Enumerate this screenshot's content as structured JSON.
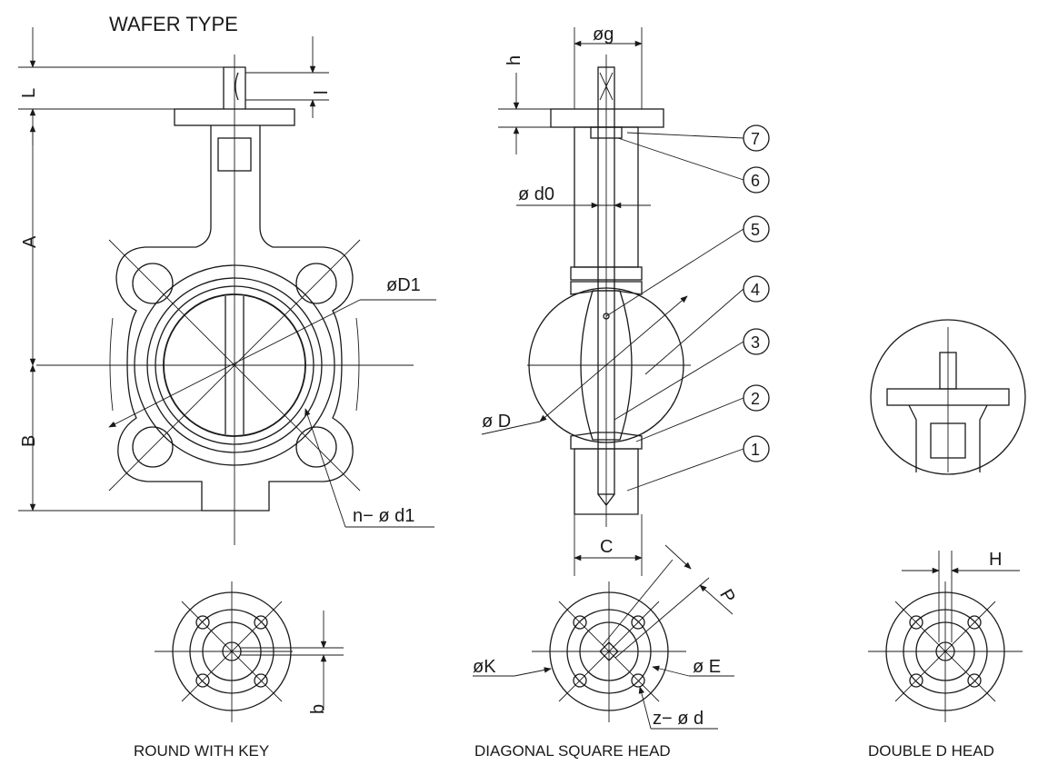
{
  "title": "WAFER TYPE",
  "dimensions": {
    "L": "L",
    "l": "l",
    "A": "A",
    "B": "B",
    "D1": "øD1",
    "nd1": "n− ø d1",
    "g": "øg",
    "h": "h",
    "d0": "ø d0",
    "D": "ø D",
    "C": "C",
    "P": "P",
    "K": "øK",
    "E": "ø E",
    "zd": "z− ø d",
    "b": "b",
    "H": "H"
  },
  "parts": [
    "1",
    "2",
    "3",
    "4",
    "5",
    "6",
    "7"
  ],
  "captions": {
    "round_with_key": "ROUND WITH KEY",
    "diagonal_square_head": "DIAGONAL SQUARE HEAD",
    "double_d_head": "DOUBLE D HEAD"
  },
  "colors": {
    "line": "#1a1a1a",
    "body_fill": "#c7d3e6",
    "seal_fill": "#b0bcd9",
    "shaft_fill": "#dfe5ef"
  }
}
